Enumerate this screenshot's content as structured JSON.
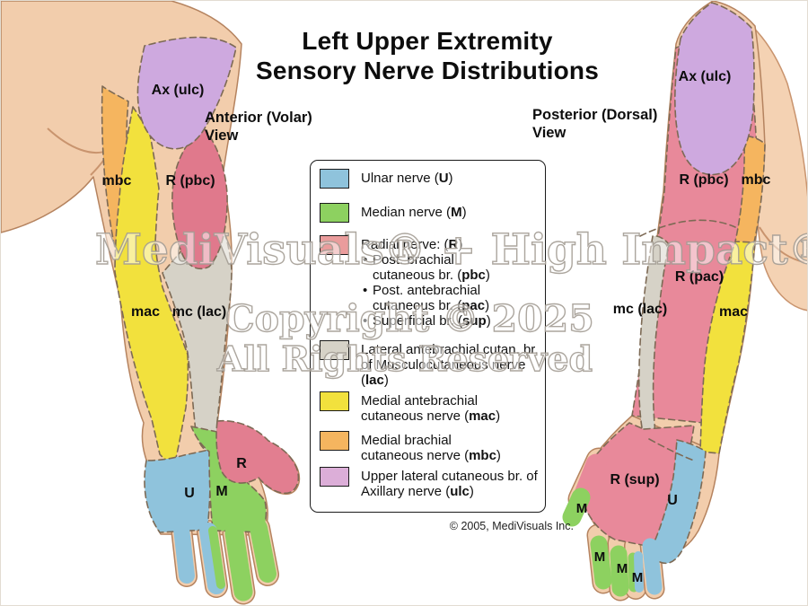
{
  "title": {
    "line1": "Left Upper Extremity",
    "line2": "Sensory Nerve Distributions"
  },
  "views": {
    "anterior": {
      "line1": "Anterior (Volar)",
      "line2": "View"
    },
    "posterior": {
      "line1": "Posterior (Dorsal)",
      "line2": "View"
    }
  },
  "legend": {
    "items": [
      {
        "name": "ulnar",
        "color": "#8FC3DC",
        "pre": "Ulnar nerve (",
        "abbr": "U",
        "post": ")"
      },
      {
        "name": "median",
        "color": "#8DD160",
        "pre": "Median nerve (",
        "abbr": "M",
        "post": ")"
      },
      {
        "name": "radial",
        "color": "#EA9C9C",
        "pre": "Radial nerve: (",
        "abbr": "R",
        "post": ")"
      },
      {
        "name": "lac",
        "color": "#D6D2C7",
        "pre": "Lateral antebrachial cutan. br. of Musculocutaneous nerve (",
        "abbr": "lac",
        "post": ")"
      },
      {
        "name": "mac",
        "color": "#F2E13D",
        "pre": "Medial antebrachial cutaneous nerve (",
        "abbr": "mac",
        "post": ")"
      },
      {
        "name": "mbc",
        "color": "#F5B55F",
        "pre": "Medial brachial cutaneous nerve (",
        "abbr": "mbc",
        "post": ")"
      },
      {
        "name": "ulc",
        "color": "#DCAED8",
        "pre": "Upper lateral cutaneous br. of Axillary nerve (",
        "abbr": "ulc",
        "post": ")"
      }
    ],
    "radial_bullets": [
      {
        "pre": "Post. brachial cutaneous br. (",
        "abbr": "pbc",
        "post": ")"
      },
      {
        "pre": "Post. antebrachial cutaneous br. (",
        "abbr": "pac",
        "post": ")"
      },
      {
        "pre": "Superficial br. (",
        "abbr": "sup",
        "post": ")"
      }
    ],
    "copyright": "© 2005, MediVisuals Inc."
  },
  "watermark": {
    "line1": "MediVisuals® + High Impact®",
    "line2": "Copyright © 2025",
    "line3": "All Rights Reserved"
  },
  "anterior_labels": [
    {
      "text": "Ax (ulc)"
    },
    {
      "text": "mbc"
    },
    {
      "text": "R (pbc)"
    },
    {
      "text": "mac"
    },
    {
      "text": "mc (lac)"
    },
    {
      "text": "R"
    },
    {
      "text": "U"
    },
    {
      "text": "M"
    }
  ],
  "posterior_labels": [
    {
      "text": "Ax (ulc)"
    },
    {
      "text": "R (pbc)"
    },
    {
      "text": "mbc"
    },
    {
      "text": "R (pac)"
    },
    {
      "text": "mc (lac)"
    },
    {
      "text": "mac"
    },
    {
      "text": "R (sup)"
    },
    {
      "text": "U"
    },
    {
      "text": "M"
    },
    {
      "text": "M"
    },
    {
      "text": "M"
    },
    {
      "text": "M"
    }
  ]
}
